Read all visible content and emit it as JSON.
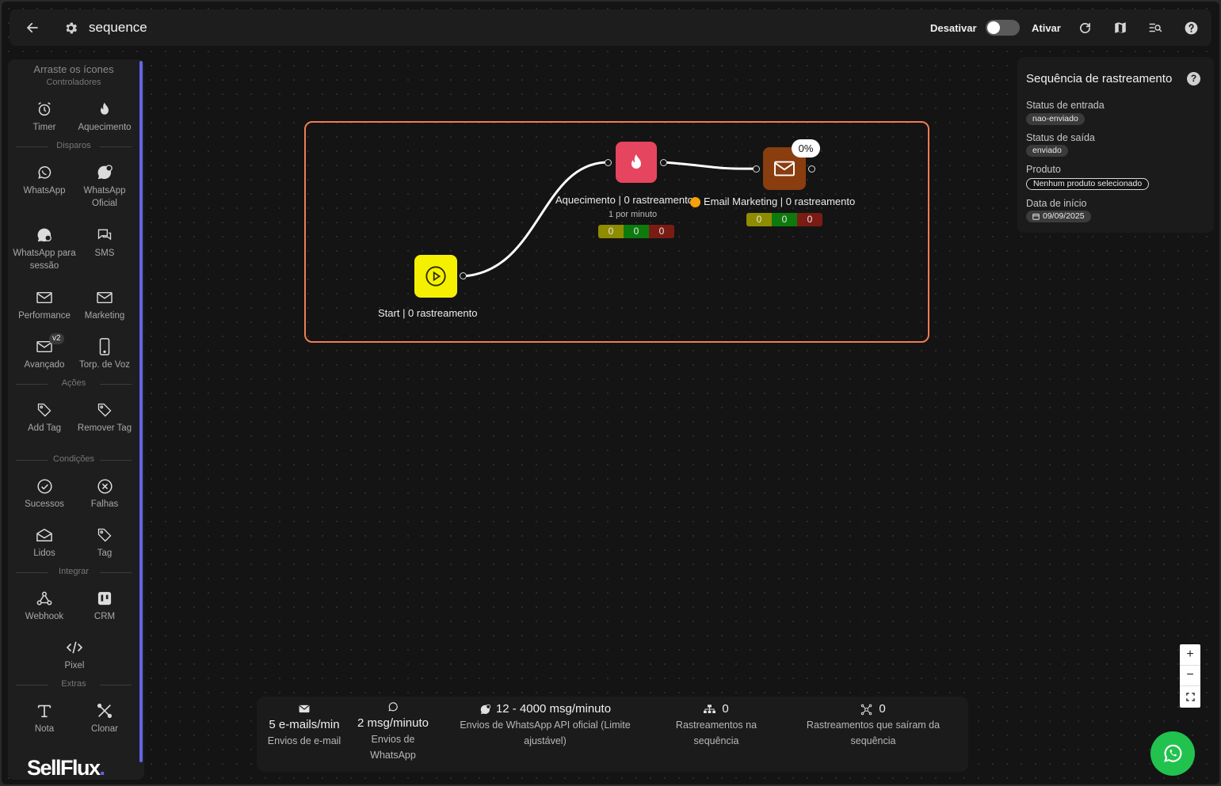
{
  "header": {
    "title": "sequence",
    "deactivate_label": "Desativar",
    "activate_label": "Ativar"
  },
  "sidebar": {
    "heading": "Arraste os ícones",
    "sections": {
      "controllers": "Controladores",
      "sends": "Disparos",
      "actions": "Ações",
      "conditions": "Condições",
      "integrate": "Integrar",
      "extras": "Extras"
    },
    "tools": {
      "timer": "Timer",
      "warmup": "Aquecimento",
      "whatsapp": "WhatsApp",
      "whatsapp_official": "WhatsApp Oficial",
      "whatsapp_session": "WhatsApp para sessão",
      "sms": "SMS",
      "performance": "Performance",
      "marketing": "Marketing",
      "advanced": "Avançado",
      "advanced_badge": "v2",
      "voice": "Torp. de Voz",
      "add_tag": "Add Tag",
      "remove_tag": "Remover Tag",
      "success": "Sucessos",
      "failures": "Falhas",
      "read": "Lidos",
      "tag": "Tag",
      "webhook": "Webhook",
      "crm": "CRM",
      "pixel": "Pixel",
      "note": "Nota",
      "clone": "Clonar"
    },
    "logo_text": "SellFlux",
    "logo_dot": "."
  },
  "canvas": {
    "start_node": {
      "label": "Start | 0 rastreamento"
    },
    "warmup_node": {
      "label": "Aquecimento | 0 rastreamento",
      "rate": "1 por minuto",
      "counts": [
        "0",
        "0",
        "0"
      ]
    },
    "email_node": {
      "label": "Email Marketing | 0 rastreamento",
      "percent": "0%",
      "counts": [
        "0",
        "0",
        "0"
      ]
    }
  },
  "panel": {
    "title": "Sequência de rastreamento",
    "help": "?",
    "entry_status_label": "Status de entrada",
    "entry_status": "nao-enviado",
    "exit_status_label": "Status de saída",
    "exit_status": "enviado",
    "product_label": "Produto",
    "product": "Nenhum produto selecionado",
    "start_date_label": "Data de início",
    "start_date": "09/09/2025"
  },
  "zoom": {
    "in": "+",
    "out": "−"
  },
  "stats": {
    "email_rate": "5 e-mails/min",
    "email_desc": "Envios de e-mail",
    "whatsapp_rate": "2 msg/minuto",
    "whatsapp_desc": "Envios de WhatsApp",
    "api_rate": "12 - 4000 msg/minuto",
    "api_desc": "Envios de WhatsApp API oficial (Limite ajustável)",
    "in_sequence": "0",
    "in_sequence_desc": "Rastreamentos na sequência",
    "exited": "0",
    "exited_desc": "Rastreamentos que saíram da sequência"
  },
  "colors": {
    "accent": "#6265e8",
    "group_border": "#ef7d55",
    "start_node": "#f5f000",
    "warmup_node": "#e5455e",
    "email_node": "#8a3d0f",
    "whatsapp_fab": "#22c24f"
  }
}
